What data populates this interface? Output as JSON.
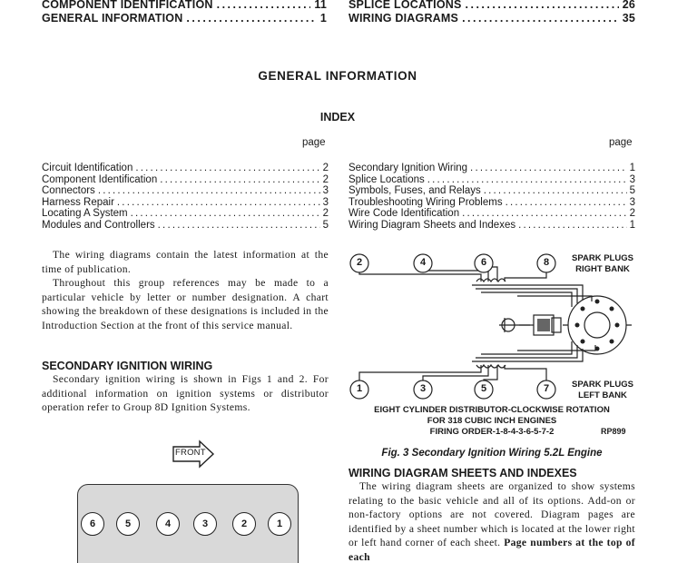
{
  "top_toc": {
    "left": [
      {
        "label": "COMPONENT IDENTIFICATION",
        "page": "11"
      },
      {
        "label": "GENERAL INFORMATION",
        "page": "1"
      }
    ],
    "right": [
      {
        "label": "SPLICE LOCATIONS",
        "page": "26"
      },
      {
        "label": "WIRING DIAGRAMS",
        "page": "35"
      }
    ]
  },
  "section_title": "GENERAL INFORMATION",
  "index": {
    "title": "INDEX",
    "page_header": "page",
    "left": [
      {
        "label": "Circuit Identification",
        "page": "2"
      },
      {
        "label": "Component Identification",
        "page": "2"
      },
      {
        "label": "Connectors",
        "page": "3"
      },
      {
        "label": "Harness Repair",
        "page": "3"
      },
      {
        "label": "Locating A System",
        "page": "2"
      },
      {
        "label": "Modules and Controllers",
        "page": "5"
      }
    ],
    "right": [
      {
        "label": "Secondary Ignition Wiring",
        "page": "1"
      },
      {
        "label": "Splice Locations",
        "page": "3"
      },
      {
        "label": "Symbols, Fuses, and Relays",
        "page": "5"
      },
      {
        "label": "Troubleshooting Wiring Problems",
        "page": "3"
      },
      {
        "label": "Wire Code Identification",
        "page": "2"
      },
      {
        "label": "Wiring Diagram Sheets and Indexes",
        "page": "1"
      }
    ]
  },
  "intro_paragraphs": [
    "The wiring diagrams contain the latest information at the time of publication.",
    "Throughout this group references may be made to a particular vehicle by letter or number designation. A chart showing the breakdown of these designations is included in the Introduction Section at the front of this service manual."
  ],
  "secondary_ignition": {
    "heading": "SECONDARY IGNITION WIRING",
    "text": "Secondary ignition wiring is shown in Figs 1 and 2. For additional information on ignition systems or distributor operation refer to Group 8D Ignition Systems."
  },
  "front_label": "FRONT",
  "engine_cylinders": [
    "6",
    "5",
    "4",
    "3",
    "2",
    "1"
  ],
  "figure3": {
    "top_plugs": [
      "2",
      "4",
      "6",
      "8"
    ],
    "bottom_plugs": [
      "1",
      "3",
      "5",
      "7"
    ],
    "right_bank_label_1": "SPARK PLUGS",
    "right_bank_label_2": "RIGHT BANK",
    "left_bank_label_1": "SPARK PLUGS",
    "left_bank_label_2": "LEFT BANK",
    "caption_line1": "EIGHT CYLINDER DISTRIBUTOR-CLOCKWISE ROTATION",
    "caption_line2": "FOR 318 CUBIC INCH ENGINES",
    "caption_line3": "FIRING ORDER-1-8-4-3-6-5-7-2",
    "ref_code": "RP899",
    "figure_caption": "Fig. 3 Secondary Ignition Wiring 5.2L Engine"
  },
  "wiring_sheets": {
    "heading": "WIRING DIAGRAM SHEETS AND INDEXES",
    "text_normal": "The wiring diagram sheets are organized to show systems relating to the basic vehicle and all of its options. Add-on or non-factory options are not covered. Diagram pages are identified by a sheet number which is located at the lower right or left hand corner of each sheet. ",
    "text_bold": "Page numbers at the top of each"
  },
  "colors": {
    "text": "#1a1a1a",
    "engine_fill": "#d9d9d9"
  }
}
